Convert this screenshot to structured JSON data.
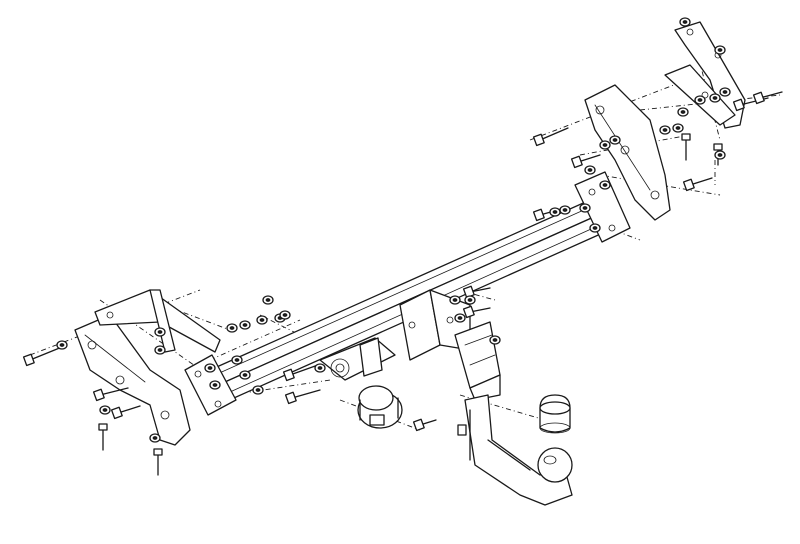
{
  "diagram": {
    "kind": "exploded-assembly-line-drawing",
    "labels": [],
    "colors": {
      "ink": "#1a1a1a",
      "paper": "#ffffff"
    },
    "parts": [
      "crossbar",
      "left-side-bracket",
      "right-side-bracket",
      "left-mounting-plate",
      "right-mounting-plate",
      "socket-plate",
      "electrical-socket",
      "tow-ball-neck",
      "tow-ball-cap",
      "receiver-housing",
      "bolt-set"
    ]
  }
}
